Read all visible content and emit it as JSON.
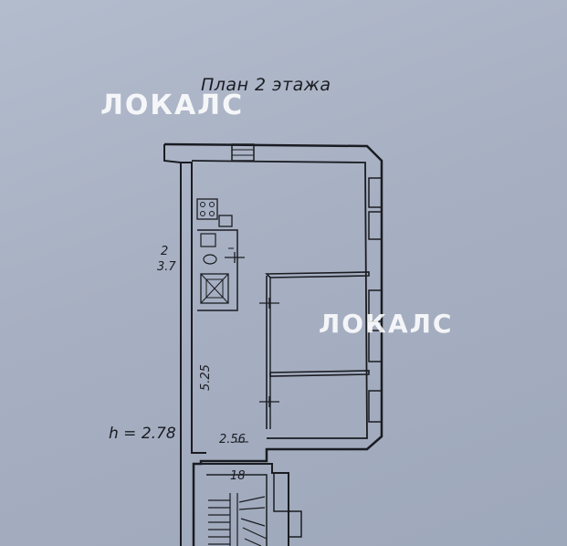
{
  "plan": {
    "title": "План 2 этажа",
    "watermark": "ЛОКАЛС",
    "height_label": "h = 2.78",
    "room_number": "2",
    "room_area": "3.7",
    "dim_vertical": "5.25",
    "dim_horizontal": "2.56",
    "stair_number": "18"
  },
  "colors": {
    "paper": "#a9b2c4",
    "ink": "#1a1c22",
    "watermark": "#ffffff"
  }
}
